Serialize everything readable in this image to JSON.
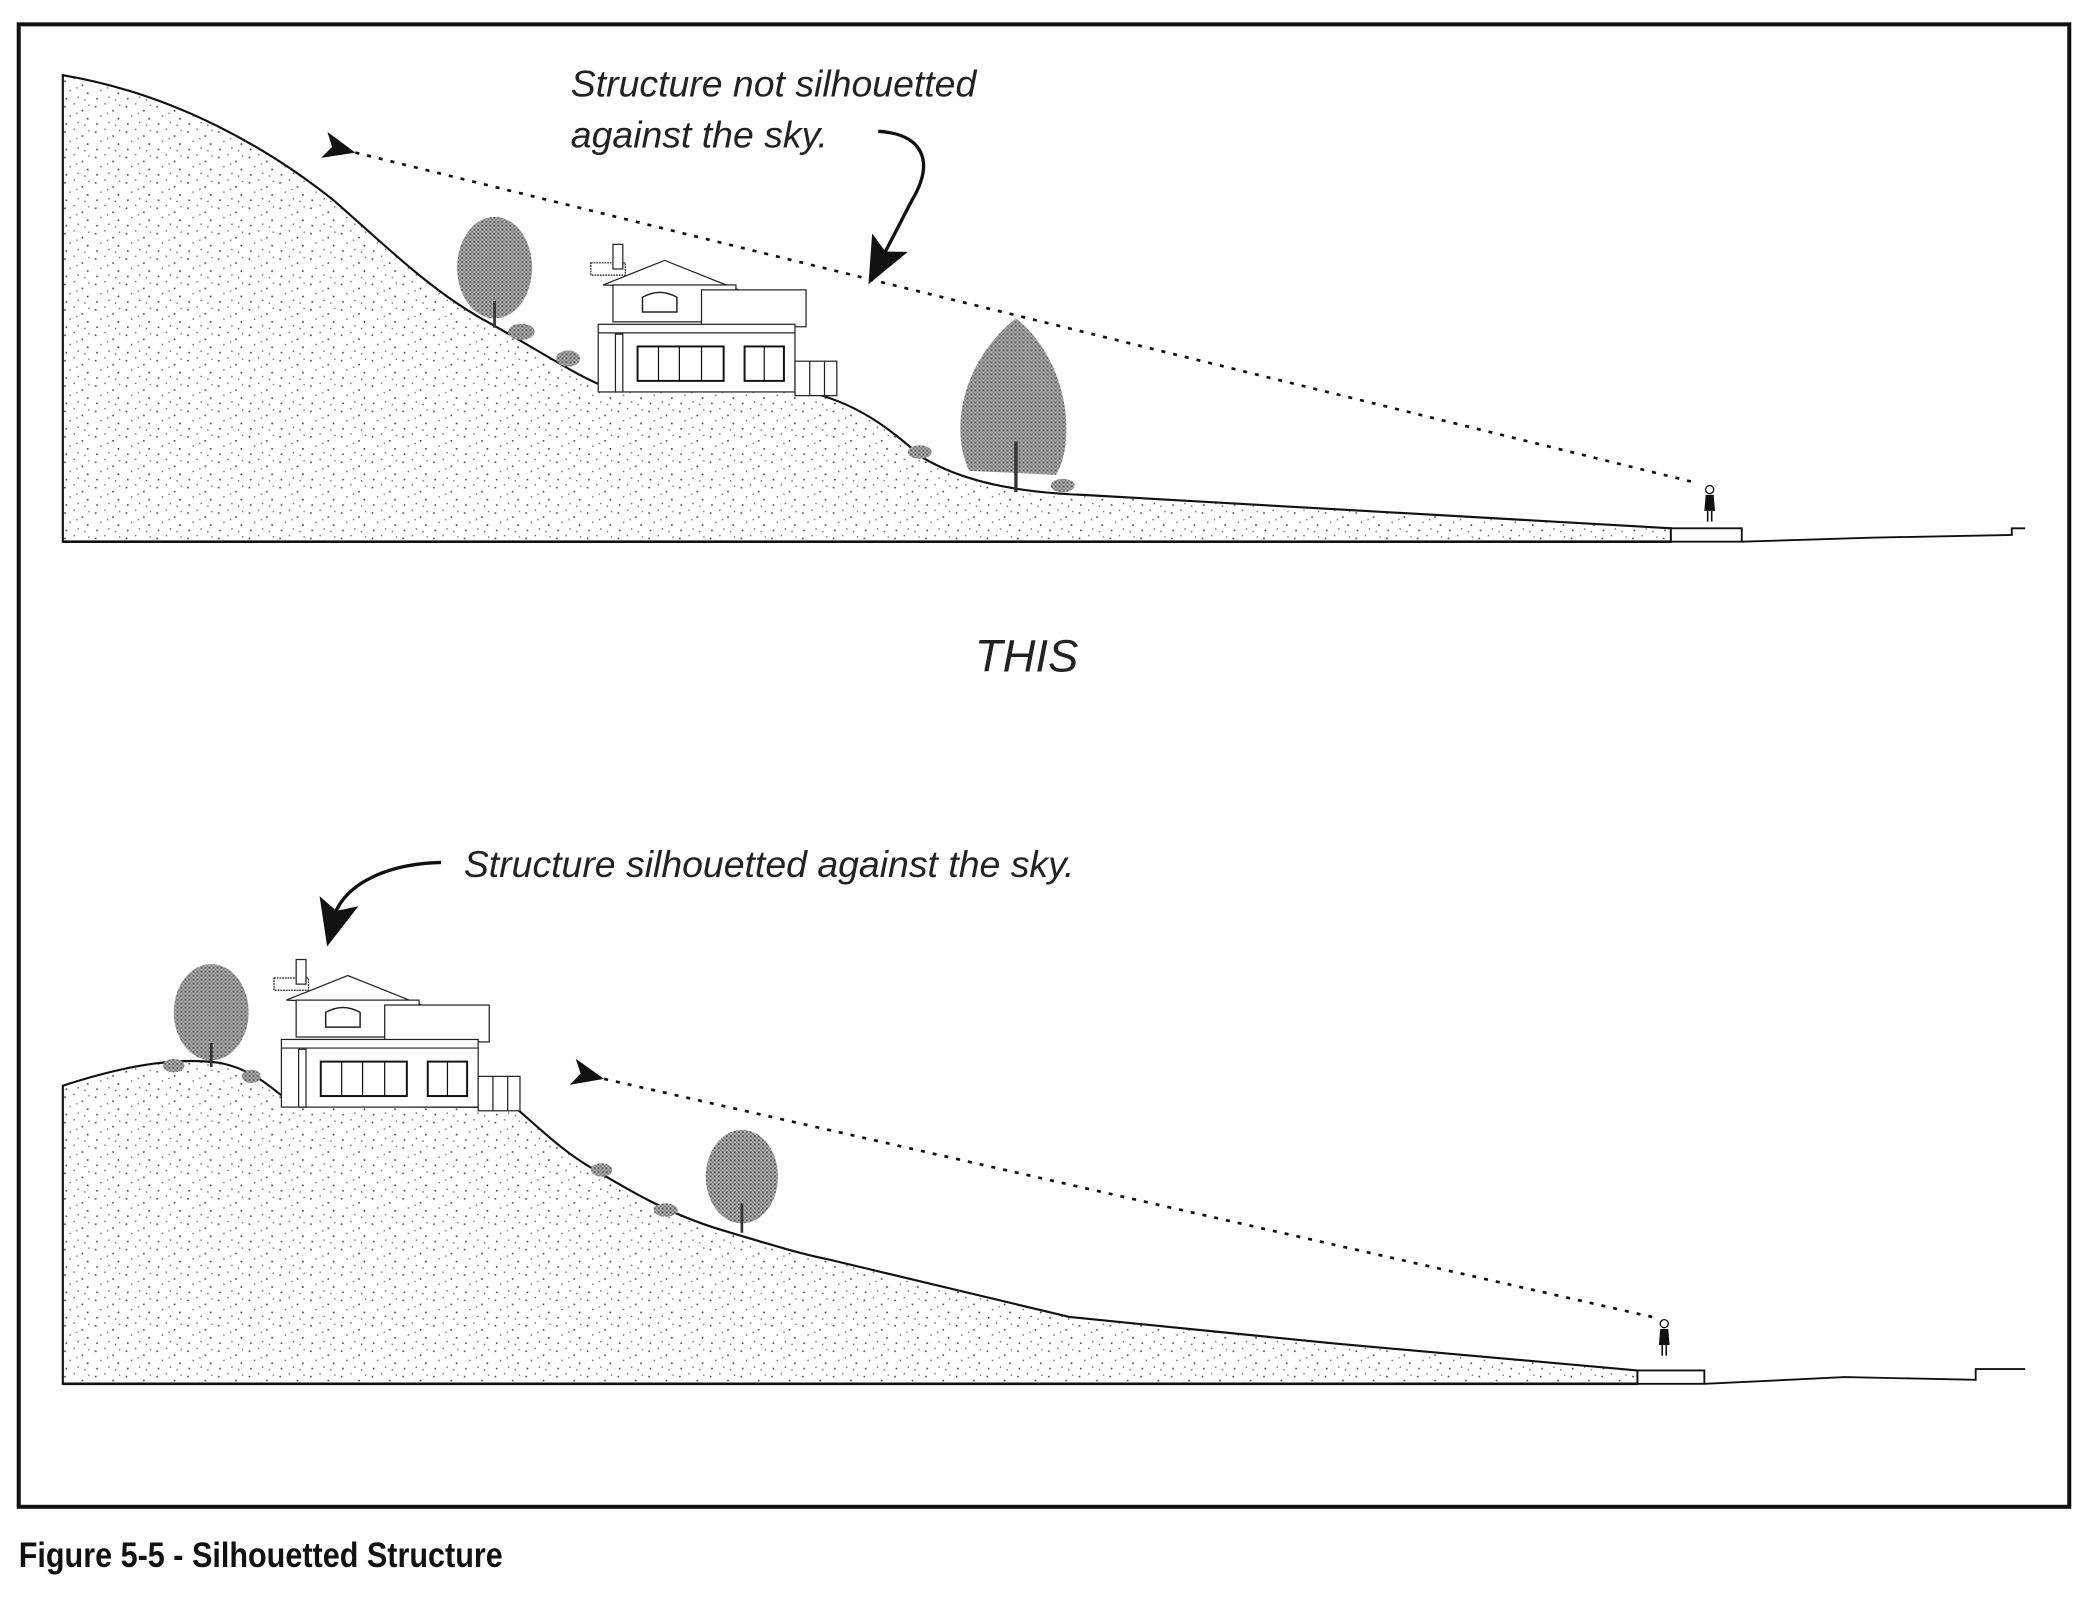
{
  "figure": {
    "caption": "Figure 5-5 - Silhouetted Structure",
    "divider_text": "THIS",
    "top_panel": {
      "label_line1": "Structure not silhouetted",
      "label_line2": "against the sky."
    },
    "bottom_panel": {
      "label": "Structure silhouetted against the sky."
    }
  },
  "colors": {
    "ink": "#111111",
    "tree": "#8a8a8a",
    "stipple": "#555555"
  }
}
